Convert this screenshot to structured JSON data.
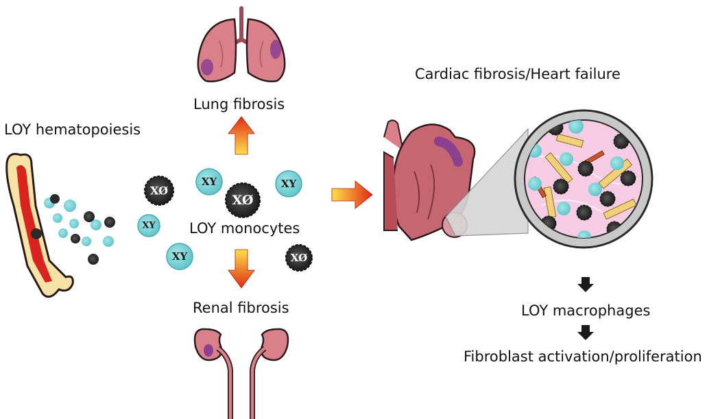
{
  "labels": {
    "lung_fibrosis": "Lung fibrosis",
    "loy_hematopoiesis": "LOY hematopoiesis",
    "loy_monocytes": "LOY monocytes",
    "renal_fibrosis": "Renal fibrosis",
    "cardiac_title": "Cardiac fibrosis/Heart failure",
    "loy_macrophages": "LOY macrophages",
    "fibroblast_activation": "Fibroblast activation/proliferation"
  },
  "cell_labels": {
    "normal": "XY",
    "loy": "XØ"
  },
  "colors": {
    "normal_cell": "#7fd3d6",
    "loy_cell": "#2a2a2a",
    "organ_pink": "#d9808a",
    "organ_purple": "#8a3f8f",
    "bone_marrow_red": "#d8231f",
    "bone_cream": "#f7e3a6",
    "collagen": "#f3d07a",
    "fibroblast": "#c8542a",
    "arrow_red": "#e02a15",
    "arrow_yellow": "#ffe14a"
  },
  "icons": {
    "lungs": "lungs-icon",
    "kidneys": "kidneys-icon",
    "heart": "heart-icon",
    "bone": "bone-icon",
    "magnifier": "magnifier-circle"
  }
}
